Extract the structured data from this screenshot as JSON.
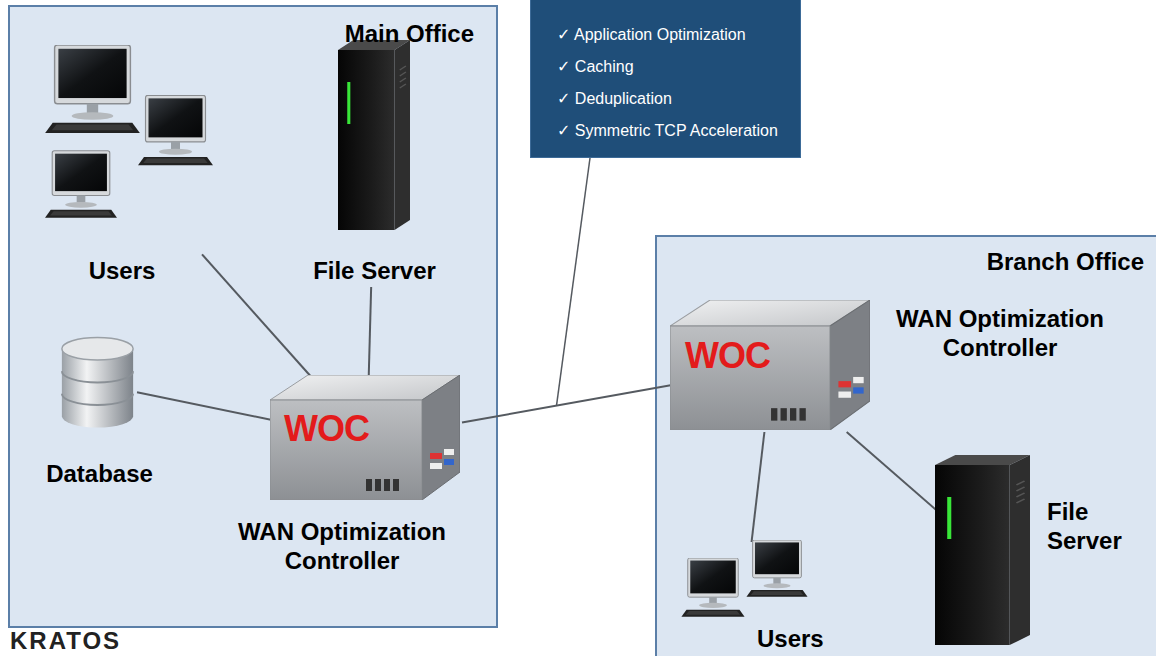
{
  "diagram": {
    "nodes": [
      {
        "text": [
          "Main Office"
        ]
      },
      {
        "text": [
          "Users"
        ],
        "in": 0
      },
      {
        "text": [
          "File Server"
        ],
        "in": 0
      },
      {
        "text": [
          "Database"
        ],
        "in": 0
      },
      {
        "text": [
          "WOC",
          "WAN Optimization Controller"
        ],
        "in": 0
      },
      {
        "text": [
          "✓ Application Optimization",
          "✓ Caching",
          "✓ Deduplication",
          "✓ Symmetric TCP Acceleration"
        ]
      },
      {
        "text": [
          "Branch Office"
        ]
      },
      {
        "text": [
          "WOC",
          "WAN Optimization Controller"
        ],
        "in": 6
      },
      {
        "text": [
          "File Server"
        ],
        "in": 6
      },
      {
        "text": [
          "Users"
        ],
        "in": 6
      }
    ],
    "edges": [
      {
        "from": 1,
        "to": 4,
        "arrow": "none"
      },
      {
        "from": 2,
        "to": 4,
        "arrow": "none"
      },
      {
        "from": 3,
        "to": 4,
        "arrow": "none"
      },
      {
        "from": 4,
        "to": 7,
        "arrow": "none"
      },
      {
        "from": 7,
        "to": 9,
        "arrow": "none"
      },
      {
        "from": 7,
        "to": 8,
        "arrow": "none"
      }
    ],
    "labels": [
      "KRATOS"
    ]
  }
}
